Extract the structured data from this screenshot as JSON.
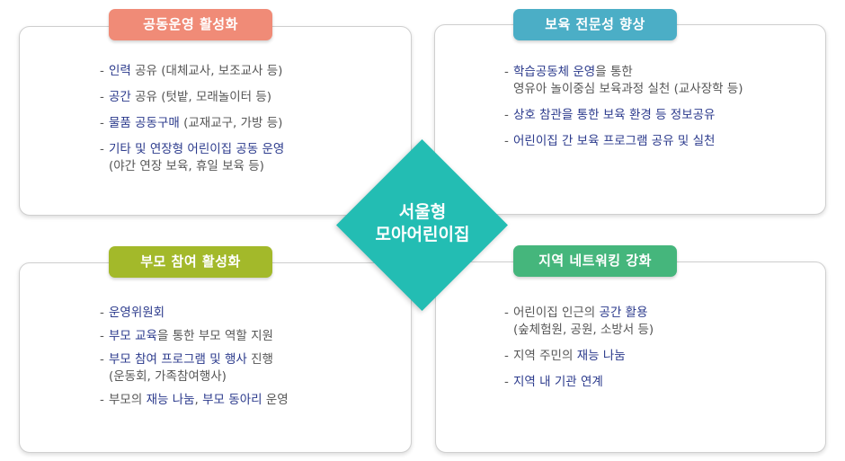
{
  "center": {
    "line1": "서울형",
    "line2": "모아어린이집",
    "color": "#23bdb3"
  },
  "sections": {
    "top_left": {
      "title": "공동운영 활성화",
      "color": "#f08b77",
      "items": [
        {
          "lines": [
            [
              {
                "t": "인력",
                "hl": true
              },
              {
                "t": " 공유 (대체교사, 보조교사 등)",
                "hl": false
              }
            ]
          ]
        },
        {
          "lines": [
            [
              {
                "t": "공간",
                "hl": true
              },
              {
                "t": " 공유 (텃밭, 모래놀이터 등)",
                "hl": false
              }
            ]
          ]
        },
        {
          "lines": [
            [
              {
                "t": "물품 공동구매",
                "hl": true
              },
              {
                "t": " (교재교구, 가방 등)",
                "hl": false
              }
            ]
          ]
        },
        {
          "lines": [
            [
              {
                "t": "기타 및 연장형 어린이집 공동 운영",
                "hl": true
              }
            ],
            [
              {
                "t": "(야간 연장 보육, 휴일 보육 등)",
                "hl": false
              }
            ]
          ]
        }
      ]
    },
    "top_right": {
      "title": "보육 전문성 향상",
      "color": "#4baec6",
      "items": [
        {
          "lines": [
            [
              {
                "t": "학습공동체 운영",
                "hl": true
              },
              {
                "t": "을 통한",
                "hl": false
              }
            ],
            [
              {
                "t": "영유아 놀이중심 보육과정 실천 (교사장학 등)",
                "hl": false
              }
            ]
          ]
        },
        {
          "lines": [
            [
              {
                "t": "상호 참관을 통한 보육 환경 등 정보공유",
                "hl": true
              }
            ]
          ]
        },
        {
          "lines": [
            [
              {
                "t": "어린이집 간 보육 프로그램 공유 및 실천",
                "hl": true
              }
            ]
          ]
        }
      ]
    },
    "bottom_left": {
      "title": "부모 참여 활성화",
      "color": "#a3b92a",
      "items": [
        {
          "lines": [
            [
              {
                "t": "운영위원회",
                "hl": true
              }
            ]
          ]
        },
        {
          "lines": [
            [
              {
                "t": "부모 교육",
                "hl": true
              },
              {
                "t": "을 통한 부모 역할 지원",
                "hl": false
              }
            ]
          ]
        },
        {
          "lines": [
            [
              {
                "t": "부모 참여 프로그램 및 행사",
                "hl": true
              },
              {
                "t": " 진행",
                "hl": false
              }
            ],
            [
              {
                "t": "(운동회, 가족참여행사)",
                "hl": false
              }
            ]
          ]
        },
        {
          "lines": [
            [
              {
                "t": "부모의 ",
                "hl": false
              },
              {
                "t": "재능 나눔",
                "hl": true
              },
              {
                "t": ", ",
                "hl": false
              },
              {
                "t": "부모 동아리",
                "hl": true
              },
              {
                "t": " 운영",
                "hl": false
              }
            ]
          ]
        }
      ]
    },
    "bottom_right": {
      "title": "지역 네트워킹 강화",
      "color": "#45b67c",
      "items": [
        {
          "lines": [
            [
              {
                "t": "어린이집 인근의 ",
                "hl": false
              },
              {
                "t": "공간 활용",
                "hl": true
              }
            ],
            [
              {
                "t": "(숲체험원, 공원, 소방서 등)",
                "hl": false
              }
            ]
          ]
        },
        {
          "lines": [
            [
              {
                "t": "지역 주민의 ",
                "hl": false
              },
              {
                "t": "재능 나눔",
                "hl": true
              }
            ]
          ]
        },
        {
          "lines": [
            [
              {
                "t": "지역 내 기관 연계",
                "hl": true
              }
            ]
          ]
        }
      ]
    }
  }
}
